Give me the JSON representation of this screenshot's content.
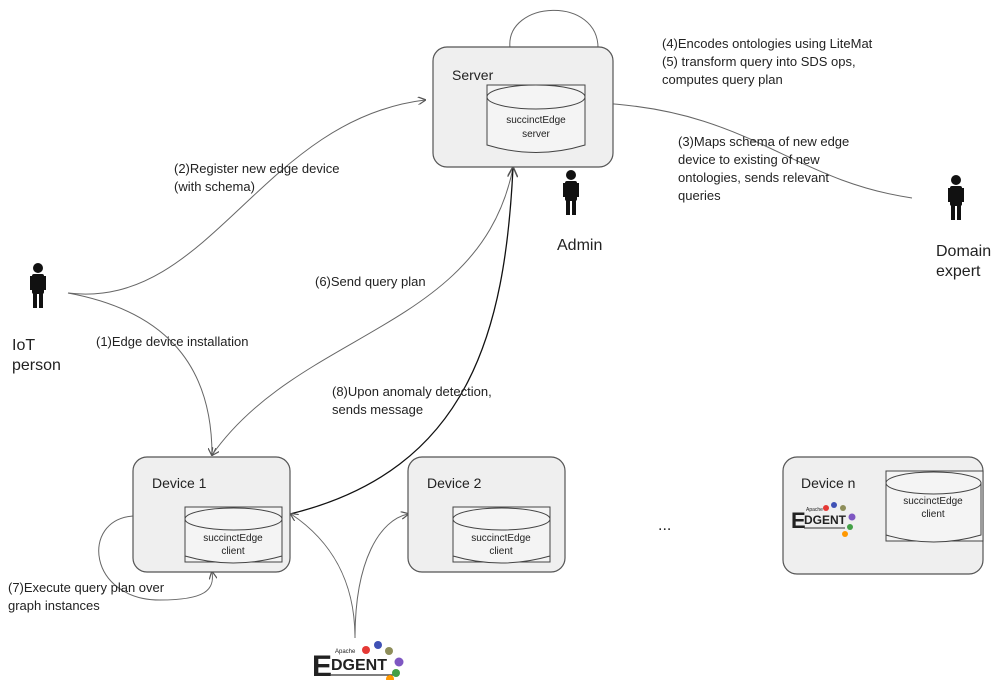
{
  "nodes": {
    "server": {
      "label": "Server",
      "db_line1": "succinctEdge",
      "db_line2": "server"
    },
    "device1": {
      "label": "Device 1",
      "db_line1": "succinctEdge",
      "db_line2": "client"
    },
    "device2": {
      "label": "Device 2",
      "db_line1": "succinctEdge",
      "db_line2": "client"
    },
    "deviceN": {
      "label": "Device n",
      "db_line1": "succinctEdge",
      "db_line2": "client"
    },
    "ellipsis": "..."
  },
  "actors": {
    "iot_line1": "IoT",
    "iot_line2": "person",
    "admin": "Admin",
    "domain_line1": "Domain",
    "domain_line2": "expert"
  },
  "edges": {
    "e1": "(1)Edge device installation",
    "e2_line1": "(2)Register new edge device",
    "e2_line2": "(with schema)",
    "e3_line1": "(3)Maps schema of new edge",
    "e3_line2": "device to existing of new",
    "e3_line3": "ontologies, sends relevant",
    "e3_line4": "queries",
    "e4": "(4)Encodes ontologies using LiteMat",
    "e5_line1": "(5) transform query into SDS ops,",
    "e5_line2": "computes query plan",
    "e6": "(6)Send query plan",
    "e7_line1": "(7)Execute query plan over",
    "e7_line2": "graph instances",
    "e8_line1": "(8)Upon anomaly detection,",
    "e8_line2": "sends message"
  },
  "logos": {
    "edgent_small": "Apache",
    "edgent_letter": "E",
    "edgent_word": "DGENT"
  },
  "colors": {
    "box_fill": "#efefef",
    "line": "#666666",
    "logo_dots": [
      "#e53935",
      "#3f51b5",
      "#8e8e5a",
      "#7e57c2",
      "#43a047",
      "#ff9800"
    ]
  }
}
